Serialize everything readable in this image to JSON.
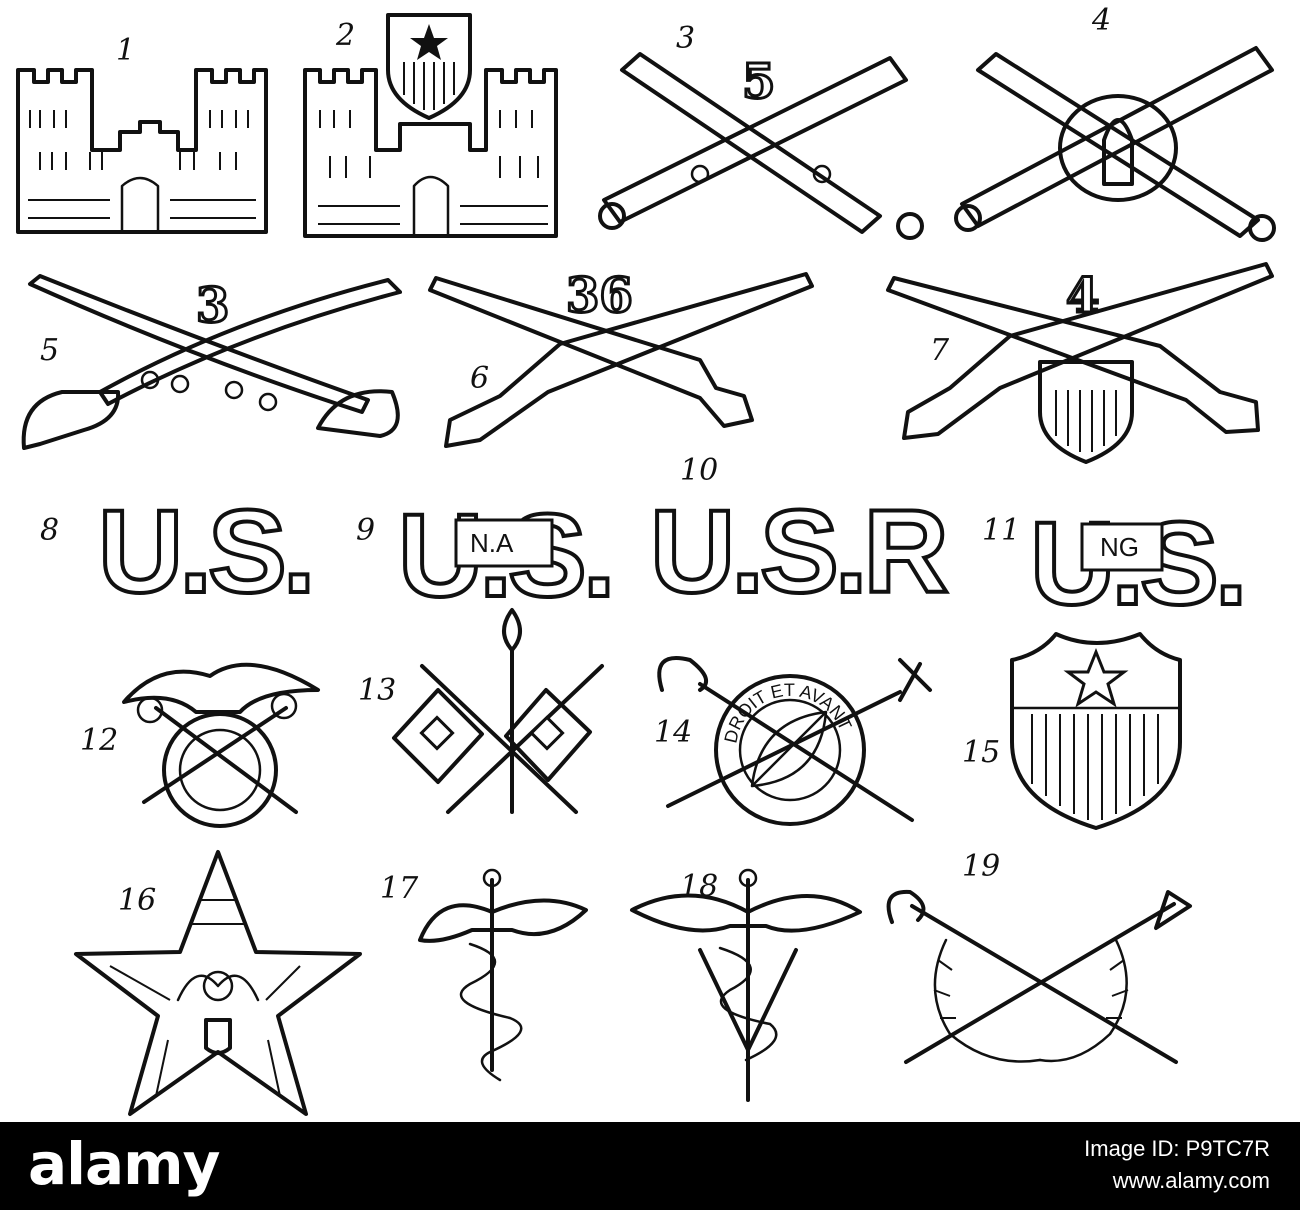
{
  "labels": [
    "1",
    "2",
    "3",
    "4",
    "5",
    "6",
    "7",
    "8",
    "9",
    "10",
    "11",
    "12",
    "13",
    "14",
    "15",
    "16",
    "17",
    "18",
    "19"
  ],
  "insignia_text": {
    "battery": "5",
    "cavalry": "3",
    "infantry_a": "36",
    "infantry_b": "4",
    "us_a": "U.S.",
    "us_b": "U.S.",
    "na": "N.A",
    "usr": "U.S.R",
    "us_c": "U.S.",
    "ng": "NG",
    "motto": "DROIT ET AVANT"
  },
  "footer": {
    "brand": "alamy",
    "image_id": "Image ID: P9TC7R",
    "site": "www.alamy.com"
  }
}
